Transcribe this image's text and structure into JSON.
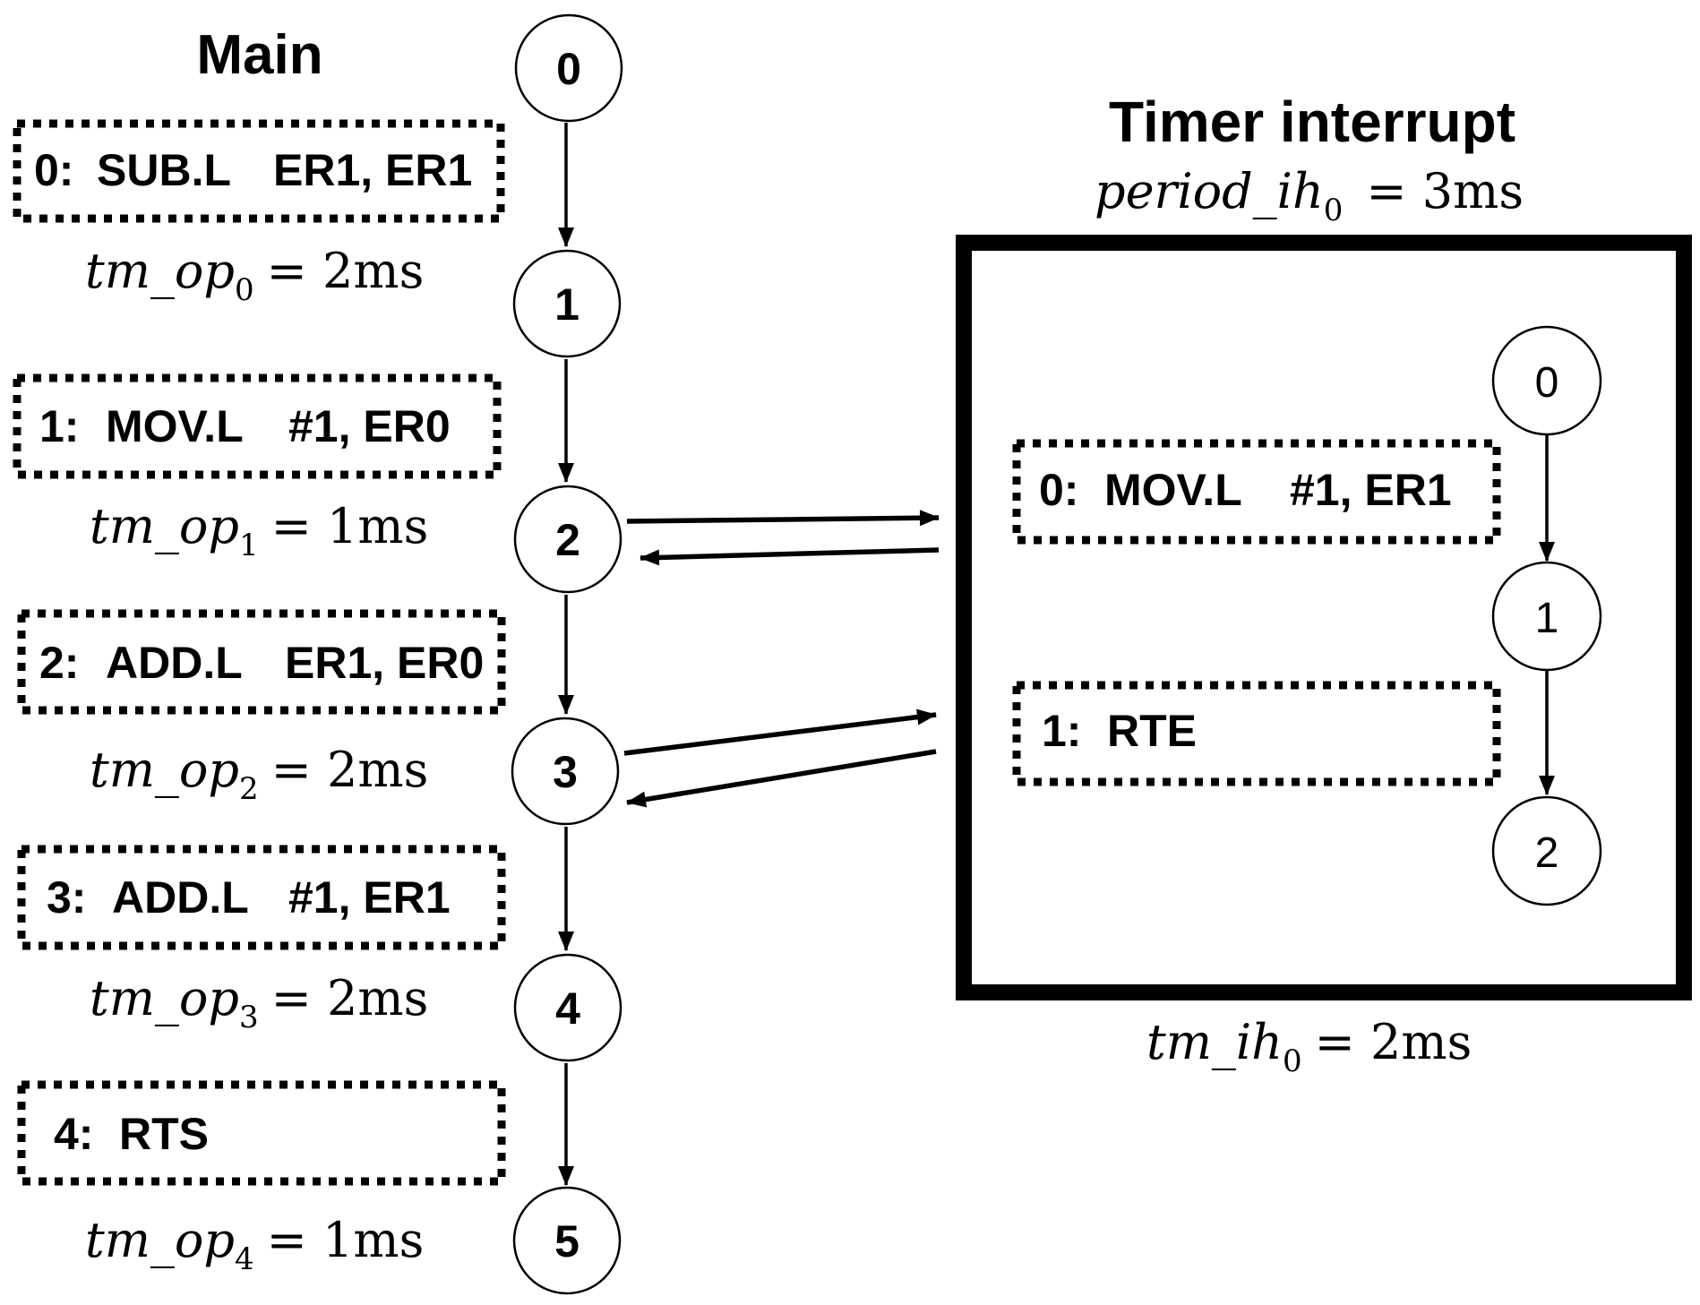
{
  "main": {
    "title": "Main",
    "nodes": [
      "0",
      "1",
      "2",
      "3",
      "4",
      "5"
    ],
    "instructions": [
      {
        "idx": "0:",
        "op": "SUB.L",
        "args": "ER1,  ER1"
      },
      {
        "idx": "1:",
        "op": "MOV.L",
        "args": "#1,  ER0"
      },
      {
        "idx": "2:",
        "op": "ADD.L",
        "args": "ER1,  ER0"
      },
      {
        "idx": "3:",
        "op": "ADD.L",
        "args": "#1,  ER1"
      },
      {
        "idx": "4:",
        "op": "RTS",
        "args": ""
      }
    ],
    "timings": [
      {
        "name": "tm_op",
        "sub": "0",
        "value": "= 2ms"
      },
      {
        "name": "tm_op",
        "sub": "1",
        "value": "= 1ms"
      },
      {
        "name": "tm_op",
        "sub": "2",
        "value": "= 2ms"
      },
      {
        "name": "tm_op",
        "sub": "3",
        "value": "= 2ms"
      },
      {
        "name": "tm_op",
        "sub": "4",
        "value": "= 1ms"
      }
    ]
  },
  "interrupt": {
    "title": "Timer interrupt",
    "period": {
      "name": "period_ih",
      "sub": "0",
      "value": "= 3ms"
    },
    "nodes": [
      "0",
      "1",
      "2"
    ],
    "instructions": [
      {
        "idx": "0:",
        "op": "MOV.L",
        "args": "#1,  ER1"
      },
      {
        "idx": "1:",
        "op": "RTE",
        "args": ""
      }
    ],
    "timing": {
      "name": "tm_ih",
      "sub": "0",
      "value": "= 2ms"
    }
  }
}
